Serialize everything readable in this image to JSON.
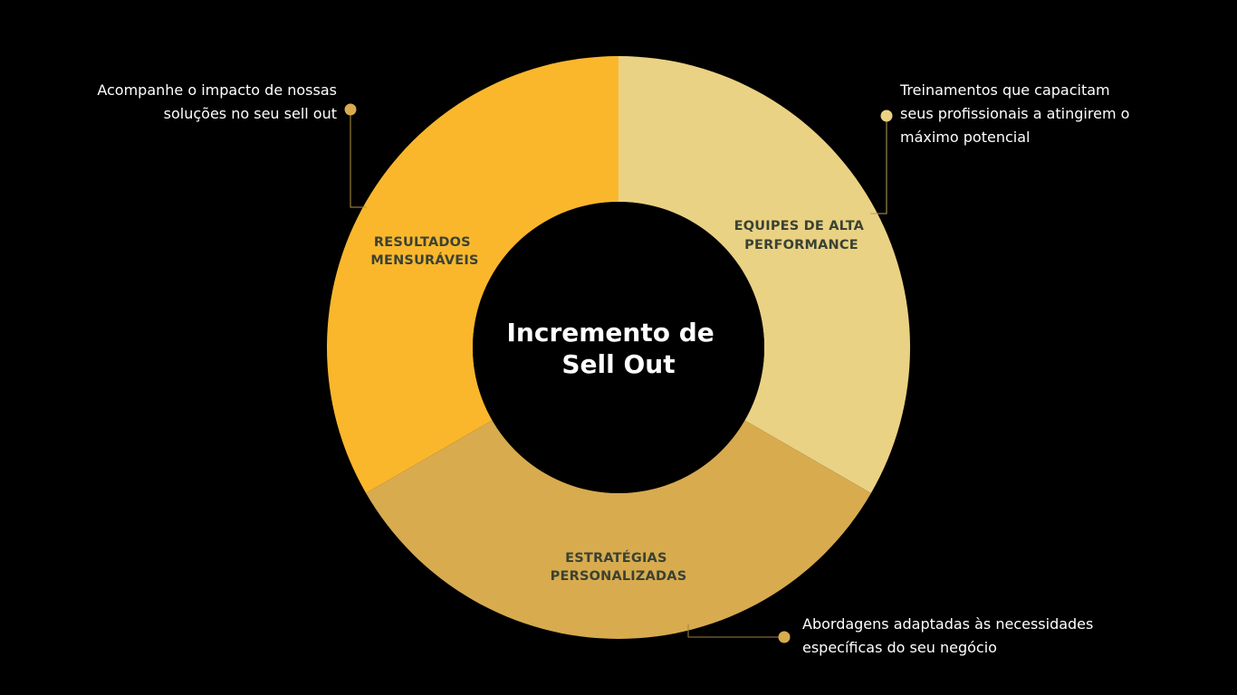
{
  "diagram": {
    "center": {
      "lines": [
        "Incremento de",
        "Sell Out"
      ]
    },
    "segments": [
      {
        "id": "equipes",
        "label_lines": [
          "EQUIPES DE ALTA",
          "PERFORMANCE"
        ],
        "color": "#ead284",
        "description_lines": [
          "Treinamentos que capacitam",
          "seus profissionais a atingirem o",
          "máximo potencial"
        ]
      },
      {
        "id": "estrategias",
        "label_lines": [
          "ESTRATÉGIAS",
          "PERSONALIZADAS"
        ],
        "color": "#d8ab4f",
        "description_lines": [
          "Abordagens adaptadas às necessidades",
          "específicas do seu negócio"
        ]
      },
      {
        "id": "resultados",
        "label_lines": [
          "RESULTADOS",
          "MENSURÁVEIS"
        ],
        "color": "#fab72c",
        "description_lines": [
          "Acompanhe o impacto de nossas",
          "soluções no seu sell out"
        ]
      }
    ],
    "colors": {
      "background": "#000000",
      "label_text": "#3a4232",
      "white_text": "#ffffff"
    }
  }
}
